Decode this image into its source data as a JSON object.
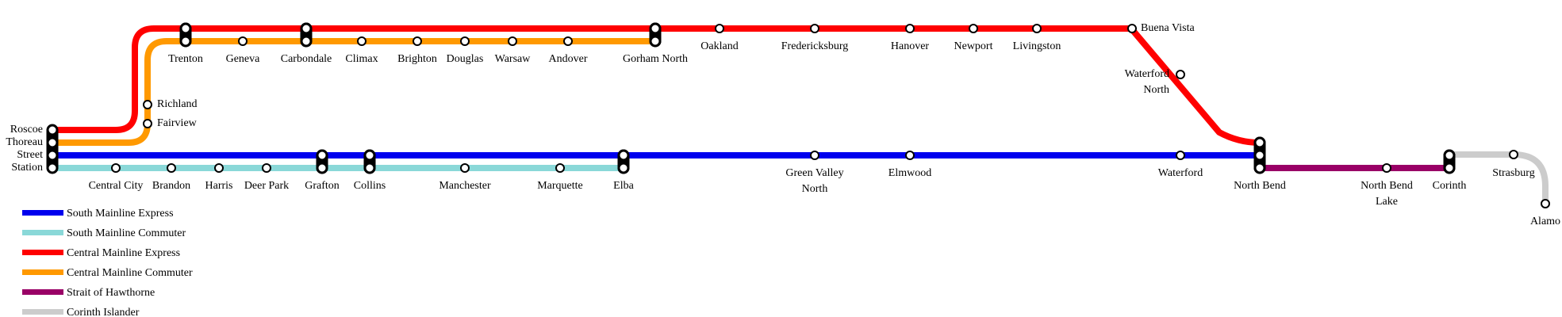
{
  "lines": [
    {
      "id": "south-express",
      "name": "South Mainline Express",
      "color": "#0000ee"
    },
    {
      "id": "south-commuter",
      "name": "South Mainline Commuter",
      "color": "#8ad8d8"
    },
    {
      "id": "central-express",
      "name": "Central Mainline Express",
      "color": "#ff0000"
    },
    {
      "id": "central-commuter",
      "name": "Central Mainline Commuter",
      "color": "#ff9900"
    },
    {
      "id": "strait-hawthorne",
      "name": "Strait of Hawthorne",
      "color": "#990066"
    },
    {
      "id": "corinth-islander",
      "name": "Corinth Islander",
      "color": "#cccccc"
    }
  ],
  "stations": [
    {
      "id": "roscoe",
      "name": "Roscoe"
    },
    {
      "id": "thoreau",
      "name": "Thoreau"
    },
    {
      "id": "street",
      "name": "Street"
    },
    {
      "id": "station",
      "name": "Station"
    },
    {
      "id": "trenton",
      "name": "Trenton"
    },
    {
      "id": "geneva",
      "name": "Geneva"
    },
    {
      "id": "carbondale",
      "name": "Carbondale"
    },
    {
      "id": "climax",
      "name": "Climax"
    },
    {
      "id": "brighton",
      "name": "Brighton"
    },
    {
      "id": "douglas",
      "name": "Douglas"
    },
    {
      "id": "warsaw",
      "name": "Warsaw"
    },
    {
      "id": "andover",
      "name": "Andover"
    },
    {
      "id": "gorham-north",
      "name": "Gorham North"
    },
    {
      "id": "oakland",
      "name": "Oakland"
    },
    {
      "id": "fredericksburg",
      "name": "Fredericksburg"
    },
    {
      "id": "hanover",
      "name": "Hanover"
    },
    {
      "id": "newport",
      "name": "Newport"
    },
    {
      "id": "livingston",
      "name": "Livingston"
    },
    {
      "id": "buena-vista",
      "name": "Buena Vista"
    },
    {
      "id": "waterford-north-1",
      "name": "Waterford"
    },
    {
      "id": "waterford-north-2",
      "name": "North"
    },
    {
      "id": "richland",
      "name": "Richland"
    },
    {
      "id": "fairview",
      "name": "Fairview"
    },
    {
      "id": "central-city",
      "name": "Central City"
    },
    {
      "id": "brandon",
      "name": "Brandon"
    },
    {
      "id": "harris",
      "name": "Harris"
    },
    {
      "id": "deer-park",
      "name": "Deer Park"
    },
    {
      "id": "grafton",
      "name": "Grafton"
    },
    {
      "id": "collins",
      "name": "Collins"
    },
    {
      "id": "manchester",
      "name": "Manchester"
    },
    {
      "id": "marquette",
      "name": "Marquette"
    },
    {
      "id": "elba",
      "name": "Elba"
    },
    {
      "id": "green-valley-north-1",
      "name": "Green Valley"
    },
    {
      "id": "green-valley-north-2",
      "name": "North"
    },
    {
      "id": "elmwood",
      "name": "Elmwood"
    },
    {
      "id": "waterford",
      "name": "Waterford"
    },
    {
      "id": "north-bend",
      "name": "North Bend"
    },
    {
      "id": "north-bend-lake-1",
      "name": "North Bend"
    },
    {
      "id": "north-bend-lake-2",
      "name": "Lake"
    },
    {
      "id": "corinth",
      "name": "Corinth"
    },
    {
      "id": "strasburg",
      "name": "Strasburg"
    },
    {
      "id": "alamo",
      "name": "Alamo"
    }
  ]
}
